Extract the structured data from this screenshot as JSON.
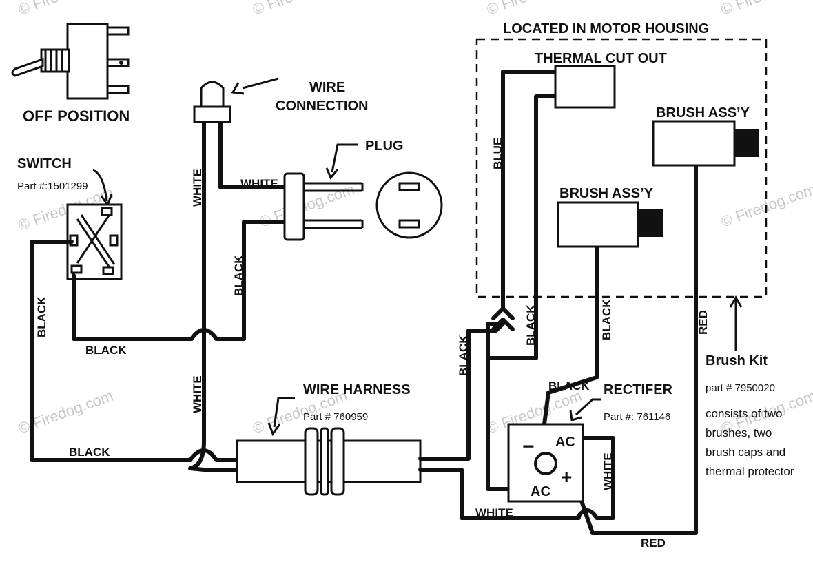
{
  "watermark": "© Firedog.com",
  "labels": {
    "off_position": "OFF POSITION",
    "switch": "SWITCH",
    "switch_part": "Part #:1501299",
    "wire_connection_1": "WIRE",
    "wire_connection_2": "CONNECTION",
    "plug": "PLUG",
    "located_in_motor_housing": "LOCATED IN MOTOR HOUSING",
    "thermal_cut_out": "THERMAL CUT OUT",
    "brush_assy": "BRUSH ASS’Y",
    "wire_harness": "WIRE HARNESS",
    "wire_harness_part": "Part # 760959",
    "rectifier": "RECTIFER",
    "rectifier_part": "Part #: 761146",
    "brush_kit": "Brush Kit",
    "brush_kit_part": "part # 7950020",
    "brush_kit_desc": [
      "consists of two",
      "brushes, two",
      "brush caps and",
      "thermal protector"
    ],
    "ac": "AC",
    "minus": "−",
    "plus": "+"
  },
  "wire_colors": {
    "white": "WHITE",
    "black": "BLACK",
    "blue": "BLUE",
    "red": "RED"
  }
}
